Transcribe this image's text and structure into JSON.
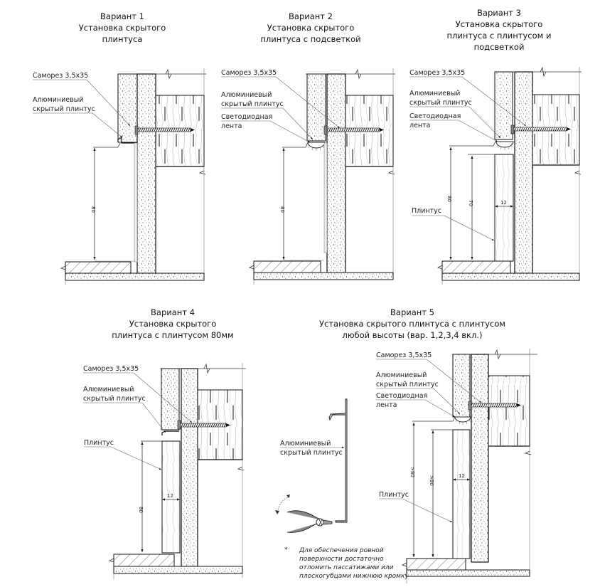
{
  "variants": [
    {
      "title": "Вариант 1",
      "subtitle": [
        "Установка скрытого",
        "плинтуса"
      ],
      "labels": {
        "screw": "Саморез 3,5x35",
        "profile": [
          "Алюминиевый",
          "скрытый плинтус"
        ]
      },
      "dims": {
        "height": "80"
      }
    },
    {
      "title": "Вариант 2",
      "subtitle": [
        "Установка скрытого",
        "плинтуса с подсветкой"
      ],
      "labels": {
        "screw": "Саморез 3,5x35",
        "profile": [
          "Алюминиевый",
          "скрытый плинтус"
        ],
        "led": [
          "Светодиодная",
          "лента"
        ]
      },
      "dims": {
        "height": "80"
      }
    },
    {
      "title": "Вариант 3",
      "subtitle": [
        "Установка скрытого",
        "плинтуса с плинтусом и",
        "подсветкой"
      ],
      "labels": {
        "screw": "Саморез 3,5x35",
        "profile": [
          "Алюминиевый",
          "скрытый плинтус"
        ],
        "led": [
          "Светодиодная",
          "лента"
        ],
        "skirting": "Плинтус"
      },
      "dims": {
        "height": "80",
        "inner": "70",
        "thickness": "12"
      }
    },
    {
      "title": "Вариант 4",
      "subtitle": [
        "Установка скрытого",
        "плинтуса с плинтусом 80мм"
      ],
      "labels": {
        "screw": "Саморез 3,5x35",
        "profile": [
          "Алюминиевый",
          "скрытый плинтус"
        ],
        "skirting": "Плинтус"
      },
      "dims": {
        "height": "80",
        "thickness": "12"
      }
    },
    {
      "title": "Вариант 5",
      "subtitle": [
        "Установка скрытого плинтуса с плинтусом",
        "любой высоты (вар. 1,2,3,4 вкл.)"
      ],
      "labels": {
        "screw": "Саморез 3,5x35",
        "profile": [
          "Алюминиевый",
          "скрытый плинтус"
        ],
        "led": [
          "Светодиодная",
          "лента"
        ],
        "skirting": "Плинтус"
      },
      "dims": {
        "outer": ">80",
        "inner": ">80",
        "thickness": "12"
      }
    }
  ],
  "detail": {
    "profile_label": [
      "Алюминиевый",
      "скрытый плинтус"
    ],
    "tool_icon": "pliers-icon",
    "note_bullet": "*",
    "note": [
      "Для обеспечения ровной",
      "поверхности достаточно",
      "отломить пассатижами или",
      "плоскогубцами нижнюю кромку"
    ]
  }
}
